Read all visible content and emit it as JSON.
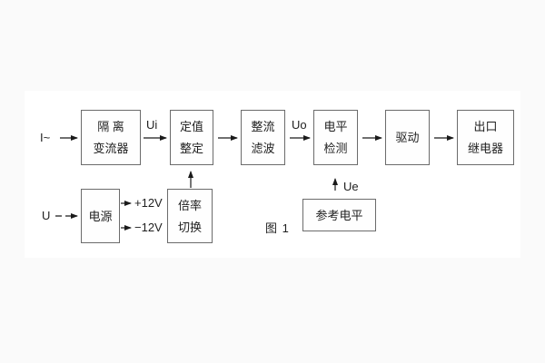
{
  "figure": {
    "caption": "图 1"
  },
  "inputs": {
    "current": "I~",
    "voltage": "U"
  },
  "signals": {
    "ui": "Ui",
    "uo": "Uo",
    "ue": "Ue",
    "plus12": "+12V",
    "minus12": "−12V"
  },
  "blocks": {
    "isolation": {
      "line1": "隔 离",
      "line2": "变流器"
    },
    "setting": {
      "line1": "定值",
      "line2": "整定"
    },
    "rectifier": {
      "line1": "整流",
      "line2": "滤波"
    },
    "level_detect": {
      "line1": "电平",
      "line2": "检测"
    },
    "drive": {
      "label": "驱动"
    },
    "output_relay": {
      "line1": "出口",
      "line2": "继电器"
    },
    "power": {
      "label": "电源"
    },
    "ratio_switch": {
      "line1": "倍率",
      "line2": "切换"
    },
    "reference": {
      "label": "参考电平"
    }
  },
  "colors": {
    "page_background": "#ffffff",
    "backdrop": "#fafafa",
    "box_border": "#6b6b6b",
    "text": "#1f1f1f",
    "arrow": "#1a1a1a"
  }
}
